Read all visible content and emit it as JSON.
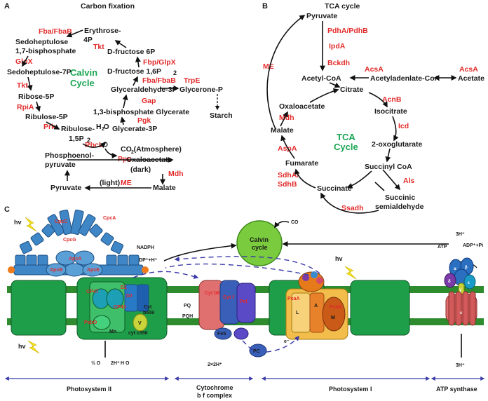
{
  "panels": {
    "a": "A",
    "b": "B",
    "c": "C"
  },
  "panel_a": {
    "title": "Carbon fixation",
    "cycle_label": [
      "Calvin",
      "Cycle"
    ],
    "metabolites": {
      "erythrose": [
        "Erythrose-",
        "4P"
      ],
      "sedo_bp": [
        "Sedoheptulose",
        "1,7-bisphosphate"
      ],
      "sedo_7p": "Sedoheptulose-7P",
      "ribose": "Ribose-5P",
      "ribulose5p": "Ribulose-5P",
      "ribulose_bp": [
        "Ribulose-",
        "1,5P"
      ],
      "dfru6p": "D-fructose 6P",
      "dfru16": "D-fructose 1,6P",
      "gap3p": "Glyceraldehyde-3P",
      "glycerone": "Glycerone-P",
      "starch": "Starch",
      "bpg": "1,3-bisphosphate  Glycerate",
      "h2o": "H O",
      "g3p": "Glycerate-3P",
      "co2": "CO  (Atmosphere)",
      "pep": [
        "Phosphoenol-",
        "pyruvate"
      ],
      "oaa": [
        "Oxaloacetate",
        "(dark)"
      ],
      "pyruvate": "Pyruvate",
      "light": "(light)",
      "malate": "Malate"
    },
    "enzymes": {
      "fba1": "Fba/FbaB",
      "tkt1": "Tkt",
      "glpx1": "GlpX",
      "tkt2": "Tkt",
      "rpia": "RpiA",
      "prk": "Prk",
      "fbp": "Fbp/GlpX",
      "fba2": "Fba/FbaB",
      "trpe": "TrpE",
      "gap": "Gap",
      "pgk": "Pgk",
      "rbcl": "RbcL",
      "ppc": "Ppc",
      "mdh": "Mdh",
      "me": "ME"
    }
  },
  "panel_b": {
    "title": "TCA cycle",
    "cycle_label": [
      "TCA",
      "Cycle"
    ],
    "metabolites": {
      "pyruvate": "Pyruvate",
      "acetylcoa": "Acetyl-CoA",
      "acetyladenylate": "Acetyladenlate-CoA",
      "acetate": "Acetate",
      "citrate": "Citrate",
      "oxaloacetate": "Oxaloacetate",
      "isocitrate": "Isocitrate",
      "malate": "Malate",
      "oxoglutarate": "2-oxoglutarate",
      "fumarate": "Fumarate",
      "succinylcoa": "Succinyl CoA",
      "succinate": "Succinate",
      "ssa": [
        "Succinic",
        "semialdehyde"
      ]
    },
    "enzymes": {
      "pdha": "PdhA/PdhB",
      "ipda": "IpdA",
      "bckdh": "Bckdh",
      "acsa1": "AcsA",
      "acsa2": "AcsA",
      "me": "ME",
      "acnb": "AcnB",
      "mdh": "Mdh",
      "icd": "Icd",
      "aspa": "AspA",
      "sdha": [
        "SdhA/",
        "SdhB"
      ],
      "als": "Als",
      "ssadh": "Ssadh"
    }
  },
  "panel_c": {
    "co2": "CO",
    "calvin": [
      "Calvin",
      "cycle"
    ],
    "hv": "hv",
    "nadph": "NADPH",
    "nadp": "NADP⁺+H⁺",
    "atp": "ATP",
    "adp": "ADP⁺+Pi",
    "h3_top": "3H⁺",
    "h3_bottom": "3H⁺",
    "pbs_labels": {
      "cpcc": "CpcC",
      "cpca": "CpcA",
      "cpcg": "CpcG",
      "apcb": "ApcB",
      "apca": "ApcA",
      "apce": "ApcE"
    },
    "psii_labels": {
      "d1": "D1",
      "d2": "D2",
      "cp47": "CP47",
      "cp43": "CP43",
      "psbo": "PsbO",
      "mn": "Mn",
      "cytc550": "cyt c550",
      "cyt": "Cyt",
      "b559": "b559",
      "v": "V"
    },
    "psii_bottom": [
      "½ O",
      "2H⁺",
      "H O"
    ],
    "pq": "PQ",
    "pqh2": "PQH",
    "cytb6f": {
      "cytb": "Cyt b6",
      "cytf": "Cyt f",
      "pet": "Pet",
      "fes": "FeS"
    },
    "h2": "2×2H⁺",
    "pc": "PC",
    "e": "e⁻",
    "psi": {
      "psaa": "PsaA",
      "psab": "PsaB",
      "l": "L",
      "m": "M",
      "a": "A",
      "fx": "F"
    },
    "atp_labels": {
      "a": "α",
      "b": "β",
      "d": "δ",
      "e": "ε",
      "g": "γ",
      "c": "c"
    },
    "bottom_labels": {
      "psii": "Photosystem II",
      "cytb6f": [
        "Cytochrome",
        "b f complex"
      ],
      "psi": "Photosystem I",
      "atp": "ATP synthase"
    }
  },
  "colors": {
    "metabolite": "#1a1a1a",
    "enzyme": "#e32b2b",
    "cycle_label": "#1aa653",
    "membrane": "#2e8b2e",
    "phycobilisome": "#3f86c6",
    "calvin_circle": "#7acc3e"
  }
}
